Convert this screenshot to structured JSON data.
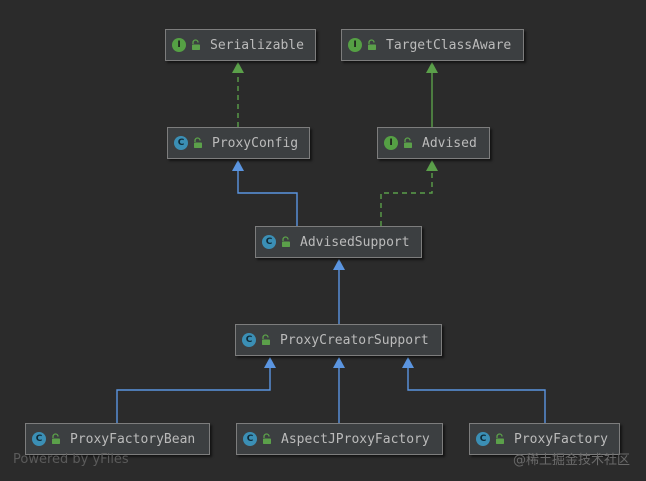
{
  "colors": {
    "background": "#2b2b2b",
    "node_fill": "#3c3f41",
    "node_border": "#7d7d7d",
    "node_text": "#bbbbbb",
    "interface_badge": "#55a044",
    "class_badge": "#3b8fb5",
    "implements_edge": "#5ba04a",
    "extends_edge": "#5b95e0"
  },
  "nodes": [
    {
      "id": "serializable",
      "label": "Serializable",
      "kind": "interface",
      "badge": "I",
      "icon": "interface-icon"
    },
    {
      "id": "target-class-aware",
      "label": "TargetClassAware",
      "kind": "interface",
      "badge": "I",
      "icon": "interface-icon"
    },
    {
      "id": "proxy-config",
      "label": "ProxyConfig",
      "kind": "class",
      "badge": "C",
      "icon": "class-icon"
    },
    {
      "id": "advised",
      "label": "Advised",
      "kind": "interface",
      "badge": "I",
      "icon": "interface-icon"
    },
    {
      "id": "advised-support",
      "label": "AdvisedSupport",
      "kind": "class",
      "badge": "C",
      "icon": "class-icon"
    },
    {
      "id": "proxy-creator-support",
      "label": "ProxyCreatorSupport",
      "kind": "class",
      "badge": "C",
      "icon": "class-icon"
    },
    {
      "id": "proxy-factory-bean",
      "label": "ProxyFactoryBean",
      "kind": "class",
      "badge": "C",
      "icon": "class-icon"
    },
    {
      "id": "aspectj-proxy-factory",
      "label": "AspectJProxyFactory",
      "kind": "class",
      "badge": "C",
      "icon": "class-icon"
    },
    {
      "id": "proxy-factory",
      "label": "ProxyFactory",
      "kind": "class",
      "badge": "C",
      "icon": "class-icon"
    }
  ],
  "edges": [
    {
      "from": "proxy-config",
      "to": "serializable",
      "type": "implements"
    },
    {
      "from": "advised",
      "to": "target-class-aware",
      "type": "extends-interface"
    },
    {
      "from": "advised-support",
      "to": "proxy-config",
      "type": "extends"
    },
    {
      "from": "advised-support",
      "to": "advised",
      "type": "implements"
    },
    {
      "from": "proxy-creator-support",
      "to": "advised-support",
      "type": "extends"
    },
    {
      "from": "proxy-factory-bean",
      "to": "proxy-creator-support",
      "type": "extends"
    },
    {
      "from": "aspectj-proxy-factory",
      "to": "proxy-creator-support",
      "type": "extends"
    },
    {
      "from": "proxy-factory",
      "to": "proxy-creator-support",
      "type": "extends"
    }
  ],
  "watermarks": {
    "left": "Powered by yFiles",
    "right": "@稀土掘金技术社区"
  }
}
